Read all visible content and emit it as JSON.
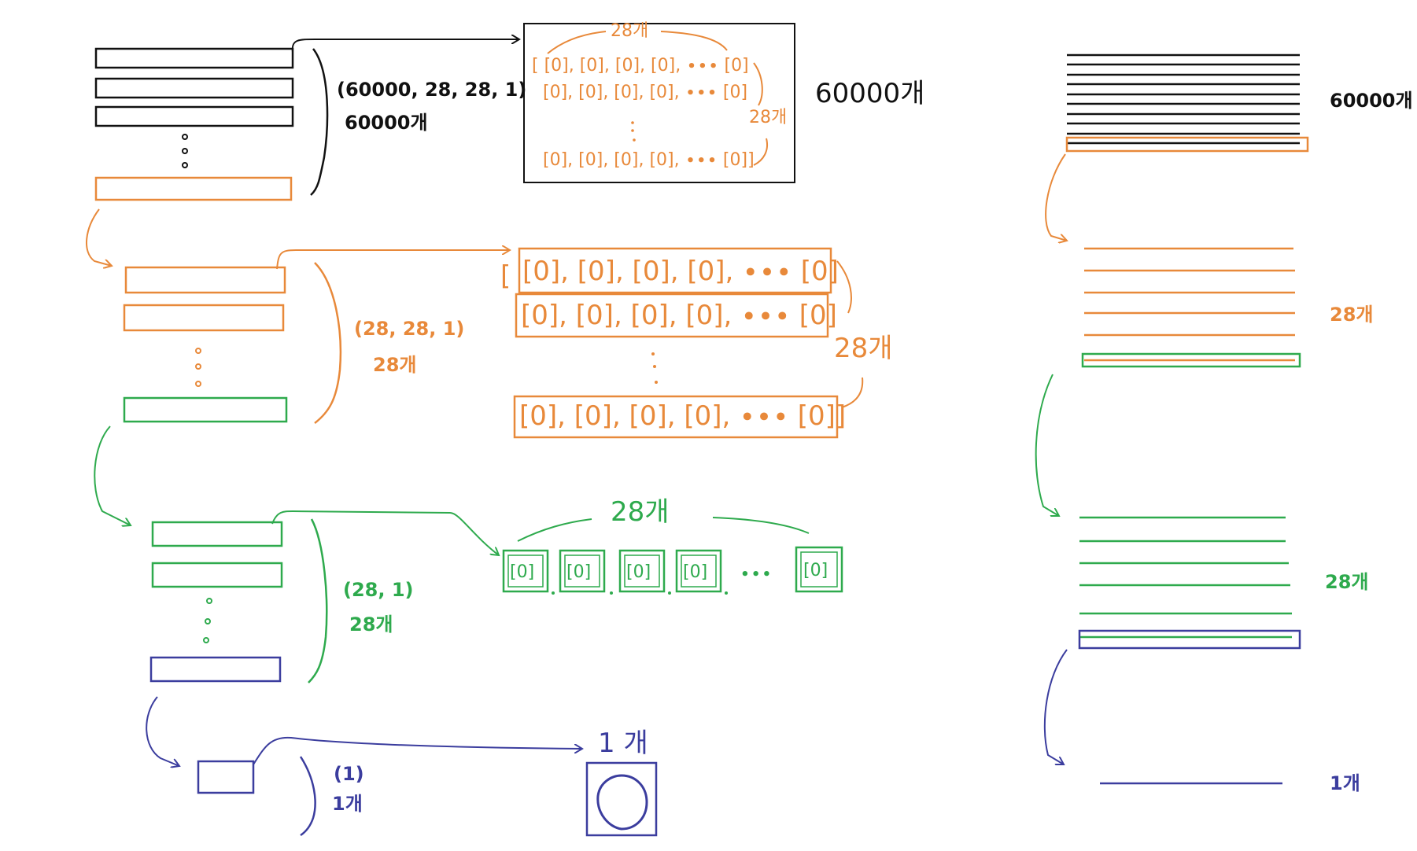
{
  "colors": {
    "black": "#111111",
    "orange": "#e8893a",
    "green": "#2eaa4d",
    "blue": "#3b3d9e"
  },
  "level1": {
    "shape": "(60000, 28, 28, 1)",
    "count": "60000개",
    "box_top_count": "28개",
    "box_side_count": "28개",
    "box_row_first": "[ [0], [0], [0], [0], ∙∙∙ [0]",
    "box_row_second": "[0], [0], [0], [0], ∙∙∙ [0]",
    "box_row_last": "[0], [0], [0], [0], ∙∙∙ [0]]",
    "outside_count": "60000개"
  },
  "level2": {
    "shape": "(28, 28, 1)",
    "count": "28개",
    "side_count": "28개",
    "row_first": "[0], [0], [0], [0], ∙∙∙ [0]",
    "row_second": "[0], [0], [0], [0], ∙∙∙ [0]",
    "row_last": "[0], [0], [0], [0], ∙∙∙ [0]]",
    "open_bracket": "["
  },
  "level3": {
    "shape": "(28, 1)",
    "count": "28개",
    "top_count": "28개",
    "cell": "[0]",
    "ellipsis": "∙∙∙"
  },
  "level4": {
    "shape": "(1)",
    "count": "1개",
    "top_count": "1 개"
  },
  "right_column": {
    "count_60000": "60000개",
    "count_28_a": "28개",
    "count_28_b": "28개",
    "count_1": "1개"
  }
}
